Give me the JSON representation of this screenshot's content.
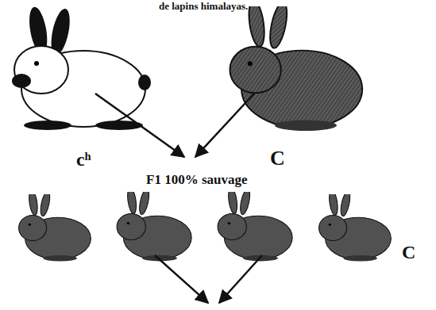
{
  "diagram": {
    "labels": [
      "de lapins himalayas.",
      "cʰ",
      "C",
      "F1 100% sauvage",
      "C"
    ]
  }
}
